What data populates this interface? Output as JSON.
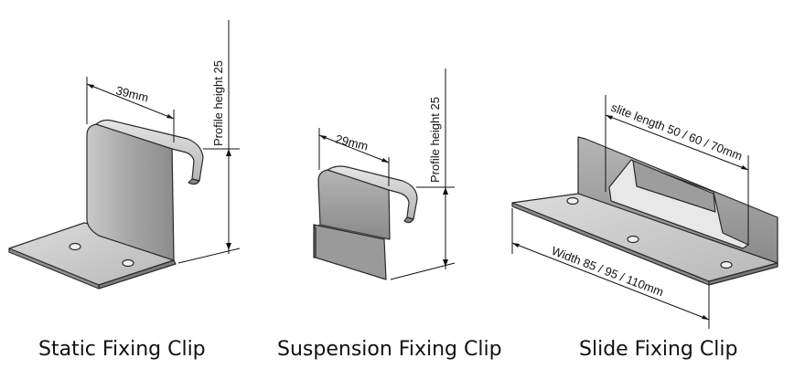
{
  "clips": [
    {
      "caption": "Static Fixing Clip",
      "width_label": "39mm",
      "height_label": "Profile height 25"
    },
    {
      "caption": "Suspension Fixing Clip",
      "width_label": "29mm",
      "height_label": "Profile height 25"
    },
    {
      "caption": "Slide Fixing Clip",
      "slot_label": "slite length  50 / 60 / 70mm",
      "width_label": "Width 85 / 95 / 110mm"
    }
  ],
  "colors": {
    "metal_light": "#d4d4d4",
    "metal_mid": "#a9a9a9",
    "metal_dark": "#7f7f7f",
    "line": "#111111"
  }
}
